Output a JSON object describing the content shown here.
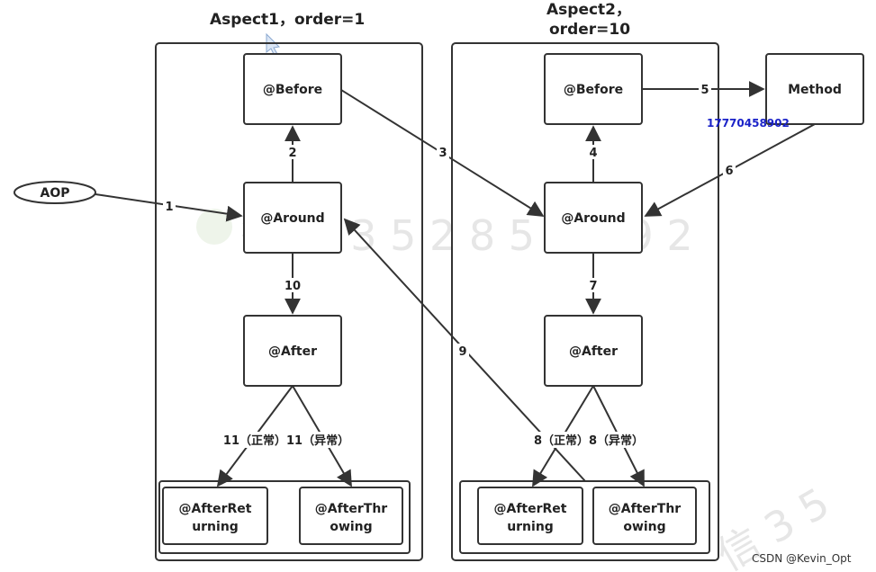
{
  "titles": {
    "aspect1": "Aspect1，order=1",
    "aspect2_line1": "Aspect2，",
    "aspect2_line2": "order=10"
  },
  "nodes": {
    "aop": "AOP",
    "a1_before": "@Before",
    "a1_around": "@Around",
    "a1_after": "@After",
    "a1_afterreturning_l1": "@AfterRet",
    "a1_afterreturning_l2": "urning",
    "a1_afterthrowing_l1": "@AfterThr",
    "a1_afterthrowing_l2": "owing",
    "a2_before": "@Before",
    "a2_around": "@Around",
    "a2_after": "@After",
    "a2_afterreturning_l1": "@AfterRet",
    "a2_afterreturning_l2": "urning",
    "a2_afterthrowing_l1": "@AfterThr",
    "a2_afterthrowing_l2": "owing",
    "method": "Method"
  },
  "edges": {
    "e1": "1",
    "e2": "2",
    "e3": "3",
    "e4": "4",
    "e5": "5",
    "e6": "6",
    "e7": "7",
    "e8": "8（正常）8（异常）",
    "e9": "9",
    "e10": "10",
    "e11": "11（正常）11（异常）"
  },
  "annotations": {
    "phone": "17770458902",
    "watermark_text": "微 信 3 5 2 8 5 2 7 9 2",
    "watermark_corner": "信 3 5",
    "credit": "CSDN @Kevin_Opt"
  }
}
